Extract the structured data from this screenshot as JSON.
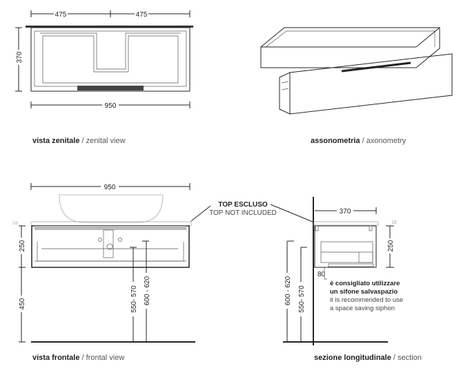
{
  "zenital": {
    "dim_left_half": "475",
    "dim_right_half": "475",
    "dim_depth": "370",
    "dim_width": "950",
    "caption_it": "vista zenitale",
    "caption_sep": " / ",
    "caption_en": "zenital view"
  },
  "axonometry": {
    "caption_it": "assonometria",
    "caption_sep": " / ",
    "caption_en": "axonometry"
  },
  "frontal": {
    "dim_width": "950",
    "dim_top_thickness": "18",
    "dim_cabinet_height": "250",
    "dim_mount_height": "450",
    "dim_drain_low": "550- 570",
    "dim_drain_high": "600 - 620",
    "caption_it": "vista frontale",
    "caption_sep": " / ",
    "caption_en": "frontal view"
  },
  "callout": {
    "top_excluded_it": "TOP ESCLUSO",
    "top_excluded_en": "TOP NOT INCLUDED"
  },
  "section": {
    "dim_depth": "370",
    "dim_top_thickness": "18",
    "dim_cabinet_height": "250",
    "dim_offset": "80",
    "dim_high": "600 - 620",
    "dim_low": "550- 570",
    "note_it_1": "è consigliato utilizzare",
    "note_it_2": "un sifone salvaspazio",
    "note_en_1": "it is recommended to use",
    "note_en_2": "a space saving siphon",
    "caption_it": "sezione longitudinale",
    "caption_sep": " / ",
    "caption_en": "section"
  }
}
